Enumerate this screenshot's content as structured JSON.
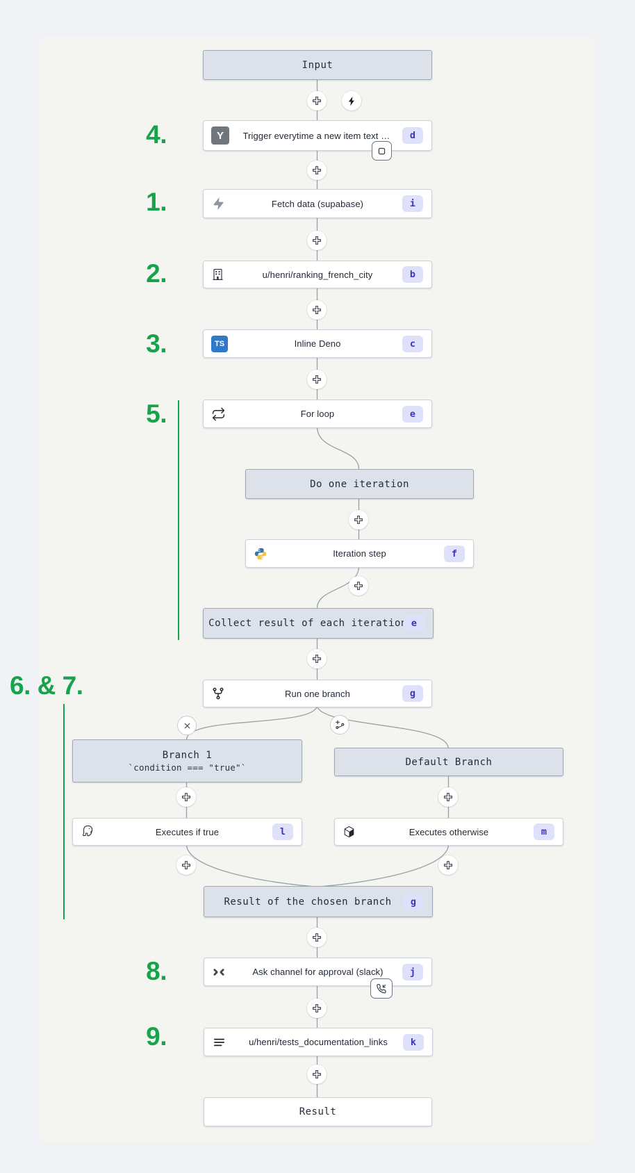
{
  "colors": {
    "accent_green": "#17a34b",
    "badge_bg": "#dfe1fa",
    "badge_text": "#3d35b8",
    "gray_box_bg": "#dce1ea",
    "canvas_bg": "#f1f2f5"
  },
  "labels": {
    "input": "Input",
    "result": "Result"
  },
  "annotations": {
    "n1": "1.",
    "n2": "2.",
    "n3": "3.",
    "n4": "4.",
    "n5": "5.",
    "n67": "6. & 7.",
    "n8": "8.",
    "n9": "9."
  },
  "icons": {
    "hn_text": "Y",
    "ts_text": "TS"
  },
  "steps": {
    "trigger": {
      "label": "Trigger everytime a new item text o…",
      "badge": "d",
      "icon": "hackernews"
    },
    "fetch": {
      "label": "Fetch data (supabase)",
      "badge": "i",
      "icon": "supabase-bolt"
    },
    "ranking": {
      "label": "u/henri/ranking_french_city",
      "badge": "b",
      "icon": "building"
    },
    "inline_deno": {
      "label": "Inline Deno",
      "badge": "c",
      "icon": "typescript"
    },
    "for_loop": {
      "label": "For loop",
      "badge": "e",
      "icon": "repeat"
    },
    "do_iteration": {
      "label": "Do one iteration"
    },
    "iteration_step": {
      "label": "Iteration step",
      "badge": "f",
      "icon": "python"
    },
    "collect": {
      "label": "Collect result of each iteration",
      "badge": "e"
    },
    "run_branch": {
      "label": "Run one branch",
      "badge": "g",
      "icon": "git-fork"
    },
    "branch1": {
      "title": "Branch 1",
      "condition": "`condition === \"true\"`"
    },
    "default_branch": {
      "label": "Default Branch"
    },
    "exec_true": {
      "label": "Executes if true",
      "badge": "l",
      "icon": "postgresql-elephant"
    },
    "exec_otherwise": {
      "label": "Executes otherwise",
      "badge": "m",
      "icon": "cube"
    },
    "branch_result": {
      "label": "Result of the chosen branch",
      "badge": "g"
    },
    "approval": {
      "label": "Ask channel for approval (slack)",
      "badge": "j",
      "icon": "slack"
    },
    "docs": {
      "label": "u/henri/tests_documentation_links",
      "badge": "k",
      "icon": "menu-lines"
    }
  }
}
